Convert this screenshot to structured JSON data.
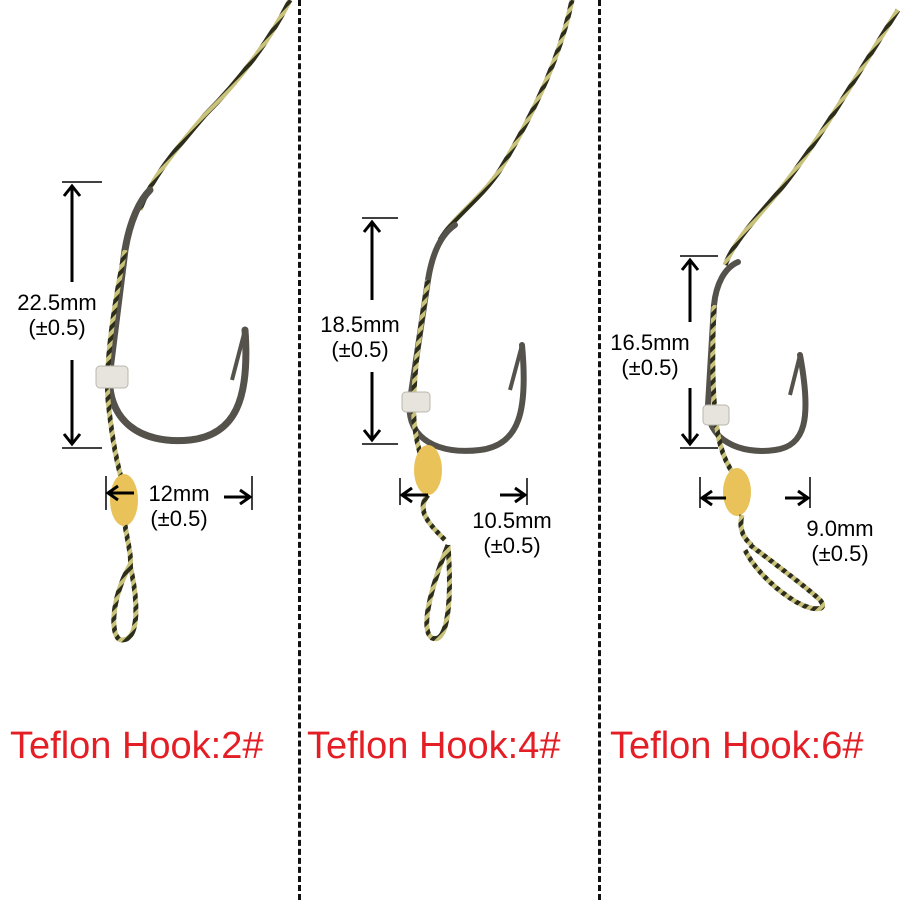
{
  "colors": {
    "caption": "#e41e25",
    "divider": "#111111",
    "hook": "#55524c",
    "bead": "#e9c35a",
    "line": "#3a3a22"
  },
  "panels": [
    {
      "length": "22.5mm",
      "length_tol": "(±0.5)",
      "gap": "12mm",
      "gap_tol": "(±0.5)",
      "caption": "Teflon Hook:2#"
    },
    {
      "length": "18.5mm",
      "length_tol": "(±0.5)",
      "gap": "10.5mm",
      "gap_tol": "(±0.5)",
      "caption": "Teflon Hook:4#"
    },
    {
      "length": "16.5mm",
      "length_tol": "(±0.5)",
      "gap": "9.0mm",
      "gap_tol": "(±0.5)",
      "caption": "Teflon Hook:6#"
    }
  ]
}
